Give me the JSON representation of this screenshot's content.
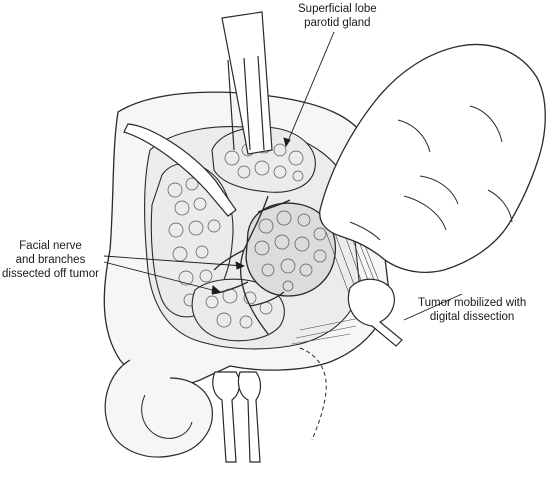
{
  "annotations": {
    "parotid": {
      "line1": "Superficial lobe",
      "line2": "parotid gland"
    },
    "nerve": {
      "line1": "Facial nerve",
      "line2": "and branches",
      "line3": "dissected off tumor"
    },
    "tumor": {
      "line1": "Tumor mobilized with",
      "line2": "digital dissection"
    }
  },
  "colors": {
    "ink": "#2a2a2a",
    "tissue": "#e8e8e8",
    "tumor": "#d9d9d9",
    "gland": "#ececec",
    "skin": "#f6f6f6"
  }
}
